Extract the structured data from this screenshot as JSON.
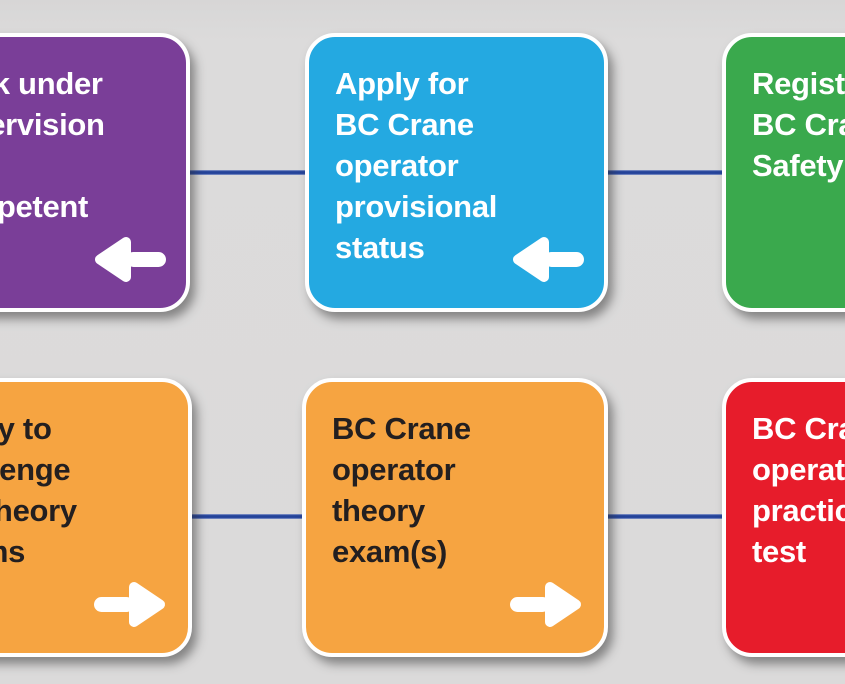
{
  "page": {
    "background_color": "#dbdada",
    "box_border_color": "#ffffff",
    "connector_color": "#24439a",
    "connector_edge_color": "#93a2d0",
    "arrow_color": "#ffffff"
  },
  "steps": [
    {
      "key": "work-under-supervision",
      "color": "#7a3e98",
      "text_color": "#ffffff",
      "arrow": "left",
      "lines": [
        "Work under",
        "supervision",
        "",
        "competent"
      ]
    },
    {
      "key": "provisional-status",
      "color": "#24a9e1",
      "text_color": "#ffffff",
      "arrow": "left",
      "lines": [
        "Apply for",
        "BC Crane",
        "operator",
        "provisional",
        "status"
      ]
    },
    {
      "key": "register-bc-crane-safety",
      "color": "#3aa94d",
      "text_color": "#ffffff",
      "arrow": "none",
      "lines": [
        "Register with",
        "BC Crane",
        "Safety"
      ]
    },
    {
      "key": "apply-challenge-theory",
      "color": "#f6a441",
      "text_color": "#231f20",
      "arrow": "right",
      "lines": [
        "Apply to",
        "challenge",
        "the theory",
        "exams"
      ]
    },
    {
      "key": "theory-exams",
      "color": "#f6a441",
      "text_color": "#231f20",
      "arrow": "right",
      "lines": [
        "BC Crane",
        "operator",
        "theory",
        "exam(s)"
      ]
    },
    {
      "key": "practical-test",
      "color": "#e71c2b",
      "text_color": "#ffffff",
      "arrow": "none",
      "lines": [
        "BC Crane",
        "operator",
        "practical",
        "test"
      ]
    }
  ]
}
